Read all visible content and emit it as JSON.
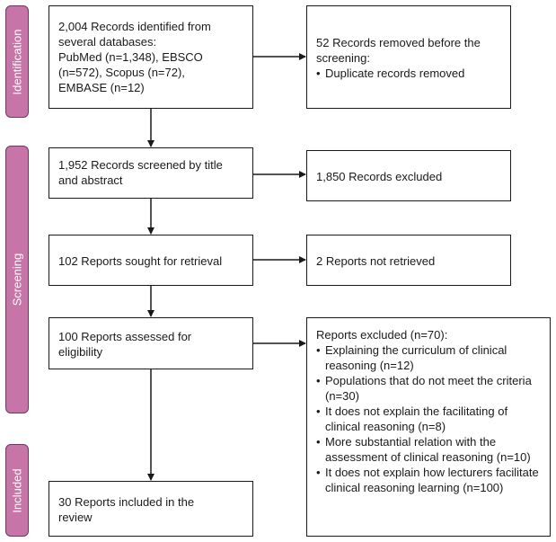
{
  "phases": {
    "identification": "Identification",
    "screening": "Screening",
    "included": "Included"
  },
  "boxes": {
    "identified": {
      "lines": [
        "2,004 Records identified from",
        "several databases:",
        "PubMed (n=1,348), EBSCO",
        "(n=572), Scopus (n=72),",
        "EMBASE (n=12)"
      ]
    },
    "removed": {
      "lines": [
        "52 Records removed before the",
        "screening:"
      ],
      "bullets": [
        "Duplicate records removed"
      ]
    },
    "screened": {
      "lines": [
        "1,952 Records screened by title",
        "and abstract"
      ]
    },
    "excluded_records": {
      "lines": [
        "1,850 Records excluded"
      ]
    },
    "sought": {
      "lines": [
        "102 Reports sought for retrieval"
      ]
    },
    "not_retrieved": {
      "lines": [
        "2 Reports not retrieved"
      ]
    },
    "assessed": {
      "lines": [
        "100 Reports assessed for",
        "eligibility"
      ]
    },
    "reports_excluded": {
      "lines": [
        "Reports excluded (n=70):"
      ],
      "bullets": [
        "Explaining the curriculum of clinical reasoning (n=12)",
        "Populations that do not meet the criteria (n=30)",
        "It does not explain the facilitating of clinical reasoning (n=8)",
        "More substantial relation with the assessment of clinical reasoning (n=10)",
        "It does not explain how lecturers facilitate clinical reasoning learning (n=100)"
      ]
    },
    "included": {
      "lines": [
        "30 Reports included in the",
        "review"
      ]
    }
  }
}
